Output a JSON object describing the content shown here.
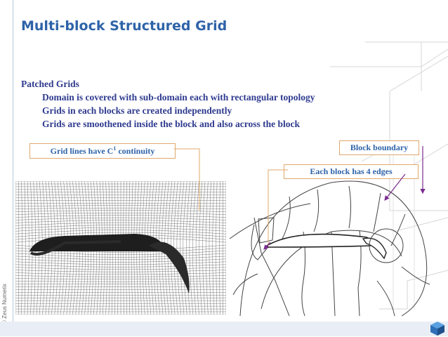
{
  "slide": {
    "title": "Multi-block Structured Grid",
    "heading": "Patched Grids",
    "bullets": [
      "Domain is covered with sub-domain each with rectangular topology",
      "Grids in each blocks are created independently",
      "Grids are smoothened inside the block and also across the block"
    ]
  },
  "callouts": {
    "continuity_prefix": "Grid lines have C",
    "continuity_sup": "1",
    "continuity_suffix": " continuity",
    "edges": "Each block has 4 edges",
    "boundary": "Block boundary"
  },
  "copyright": "© Zeus Numerix",
  "colors": {
    "title": "#2e63a8",
    "text": "#2f3b8f",
    "callout_border": "#e0a96d",
    "arrow": "#7b2c8f"
  },
  "icons": [
    "cube-logo-icon"
  ]
}
